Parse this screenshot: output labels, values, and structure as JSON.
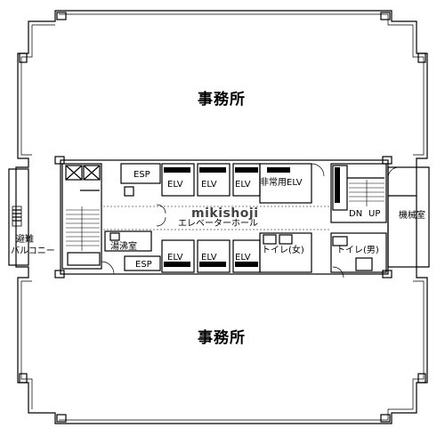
{
  "rooms": {
    "office_top": "事務所",
    "office_bottom": "事務所",
    "esp_top": "ESP",
    "esp_bottom": "ESP",
    "elv": [
      "ELV",
      "ELV",
      "ELV",
      "ELV",
      "ELV",
      "ELV"
    ],
    "emergency_elv": "非常用ELV",
    "elevator_hall": "エレベーターホール",
    "kitchenette": "湯沸室",
    "toilet_women": "トイレ(女)",
    "toilet_men": "トイレ(男)",
    "stair_down": "DN",
    "stair_up": "UP",
    "machine_room": "機械室",
    "evac_balcony_line1": "避難",
    "evac_balcony_line2": "バルコニー"
  },
  "watermark": "mikishoji"
}
